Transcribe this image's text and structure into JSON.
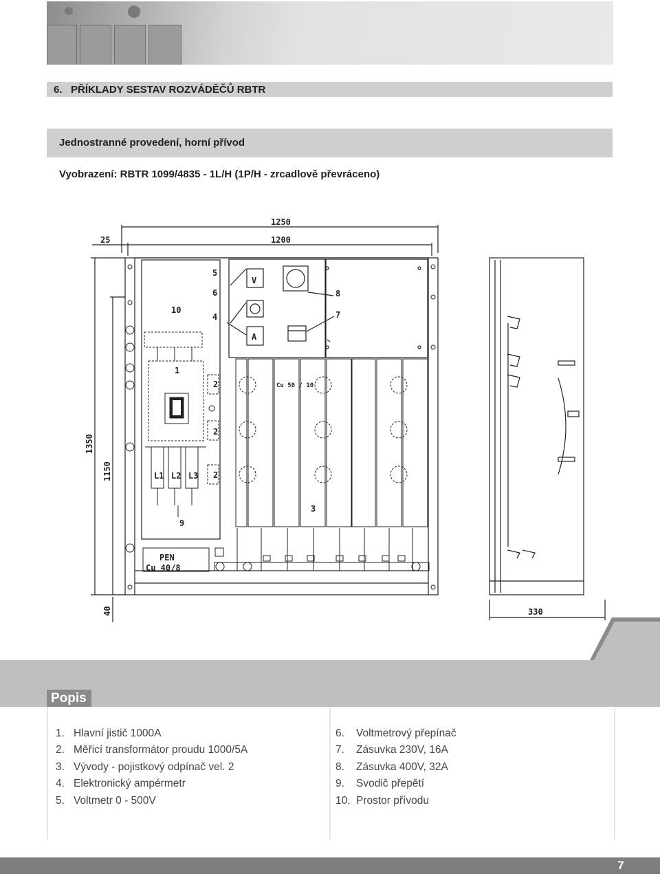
{
  "section": {
    "number": "6.",
    "title": "PŘÍKLADY SESTAV ROZVÁDĚČŮ RBTR"
  },
  "variant": "Jednostranné provedení, horní přívod",
  "depiction": "Vyobrazení: RBTR 1099/4835 - 1L/H (1P/H - zrcadlově převráceno)",
  "drawing": {
    "dimensions": {
      "overall_width": "1250",
      "inner_width": "1200",
      "offset": "25",
      "overall_height": "1350",
      "inner_height": "1150",
      "base_height": "40",
      "depth": "330"
    },
    "callouts": [
      "1",
      "2",
      "3",
      "4",
      "5",
      "6",
      "7",
      "8",
      "9",
      "10"
    ],
    "labels": {
      "voltmeter": "V",
      "ammeter": "A",
      "busbar": "Cu 50 / 10",
      "phase1": "L1",
      "phase2": "L2",
      "phase3": "L3",
      "pen": "PEN",
      "pen_bar": "Cu 40/8"
    }
  },
  "popis": {
    "heading": "Popis",
    "left": [
      {
        "num": "1.",
        "text": "Hlavní jistič 1000A"
      },
      {
        "num": "2.",
        "text": "Měřicí transformátor proudu 1000/5A"
      },
      {
        "num": "3.",
        "text": "Vývody - pojistkový odpínač vel. 2"
      },
      {
        "num": "4.",
        "text": "Elektronický ampérmetr"
      },
      {
        "num": "5.",
        "text": "Voltmetr 0 - 500V"
      }
    ],
    "right": [
      {
        "num": "6.",
        "text": "Voltmetrový přepínač"
      },
      {
        "num": "7.",
        "text": "Zásuvka 230V, 16A"
      },
      {
        "num": "8.",
        "text": "Zásuvka 400V, 32A"
      },
      {
        "num": "9.",
        "text": "Svodič přepětí"
      },
      {
        "num": "10.",
        "text": "Prostor přívodu"
      }
    ]
  },
  "page_number": "7",
  "colors": {
    "bar_grey": "#cfcfcf",
    "dark_band": "#7d7d7d",
    "line": "#231f20"
  }
}
